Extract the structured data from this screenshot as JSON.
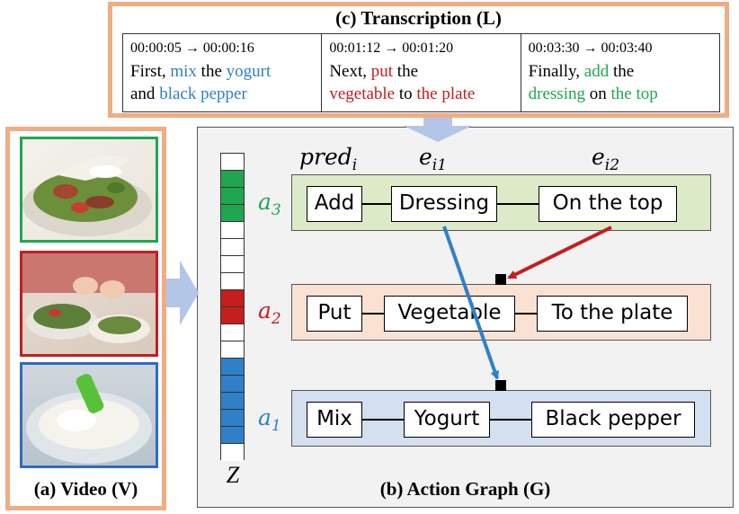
{
  "transcription": {
    "title": "(c) Transcription (L)",
    "cells": [
      {
        "time": "00:00:05 → 00:00:16",
        "line1": [
          {
            "t": "First, ",
            "c": ""
          },
          {
            "t": "mix",
            "c": "blue"
          },
          {
            "t": " the ",
            "c": ""
          },
          {
            "t": "yogurt",
            "c": "blue"
          }
        ],
        "line2": [
          {
            "t": "and ",
            "c": ""
          },
          {
            "t": "black pepper",
            "c": "blue"
          }
        ]
      },
      {
        "time": "00:01:12 → 00:01:20",
        "line1": [
          {
            "t": "Next, ",
            "c": ""
          },
          {
            "t": "put",
            "c": "red"
          },
          {
            "t": " the",
            "c": ""
          }
        ],
        "line2": [
          {
            "t": "vegetable",
            "c": "red"
          },
          {
            "t": " to ",
            "c": ""
          },
          {
            "t": "the plate",
            "c": "red"
          }
        ]
      },
      {
        "time": "00:03:30 → 00:03:40",
        "line1": [
          {
            "t": "Finally, ",
            "c": ""
          },
          {
            "t": "add",
            "c": "green"
          },
          {
            "t": " the",
            "c": ""
          }
        ],
        "line2": [
          {
            "t": "dressing",
            "c": "green"
          },
          {
            "t": " on ",
            "c": ""
          },
          {
            "t": "the top",
            "c": "green"
          }
        ]
      }
    ]
  },
  "video": {
    "caption": "(a) Video (V)"
  },
  "graph": {
    "caption": "(b) Action Graph (G)",
    "z_label": "Z",
    "column_headers": {
      "pred": "pred",
      "pred_sub": "i",
      "e1": "e",
      "e1_sub": "i1",
      "e2": "e",
      "e2_sub": "i2"
    },
    "z_cells": [
      "white",
      "green",
      "green",
      "green",
      "white",
      "white",
      "white",
      "white",
      "red",
      "red",
      "white",
      "white",
      "blue",
      "blue",
      "blue",
      "blue",
      "blue",
      "white"
    ],
    "actions": [
      {
        "label": "a",
        "sub": "3",
        "color": "green",
        "nodes": [
          "Add",
          "Dressing",
          "On the top"
        ]
      },
      {
        "label": "a",
        "sub": "2",
        "color": "red",
        "nodes": [
          "Put",
          "Vegetable",
          "To the plate"
        ]
      },
      {
        "label": "a",
        "sub": "1",
        "color": "blue",
        "nodes": [
          "Mix",
          "Yogurt",
          "Black pepper"
        ]
      }
    ]
  },
  "colors": {
    "frame_orange": "#f0ad84",
    "green": "#20a650",
    "red": "#c41e1e",
    "blue": "#2f80c8",
    "row_green": "#dceac8",
    "row_red": "#f9e2d1",
    "row_blue": "#d4dff0",
    "arrow_big": "#b3c6e7"
  }
}
